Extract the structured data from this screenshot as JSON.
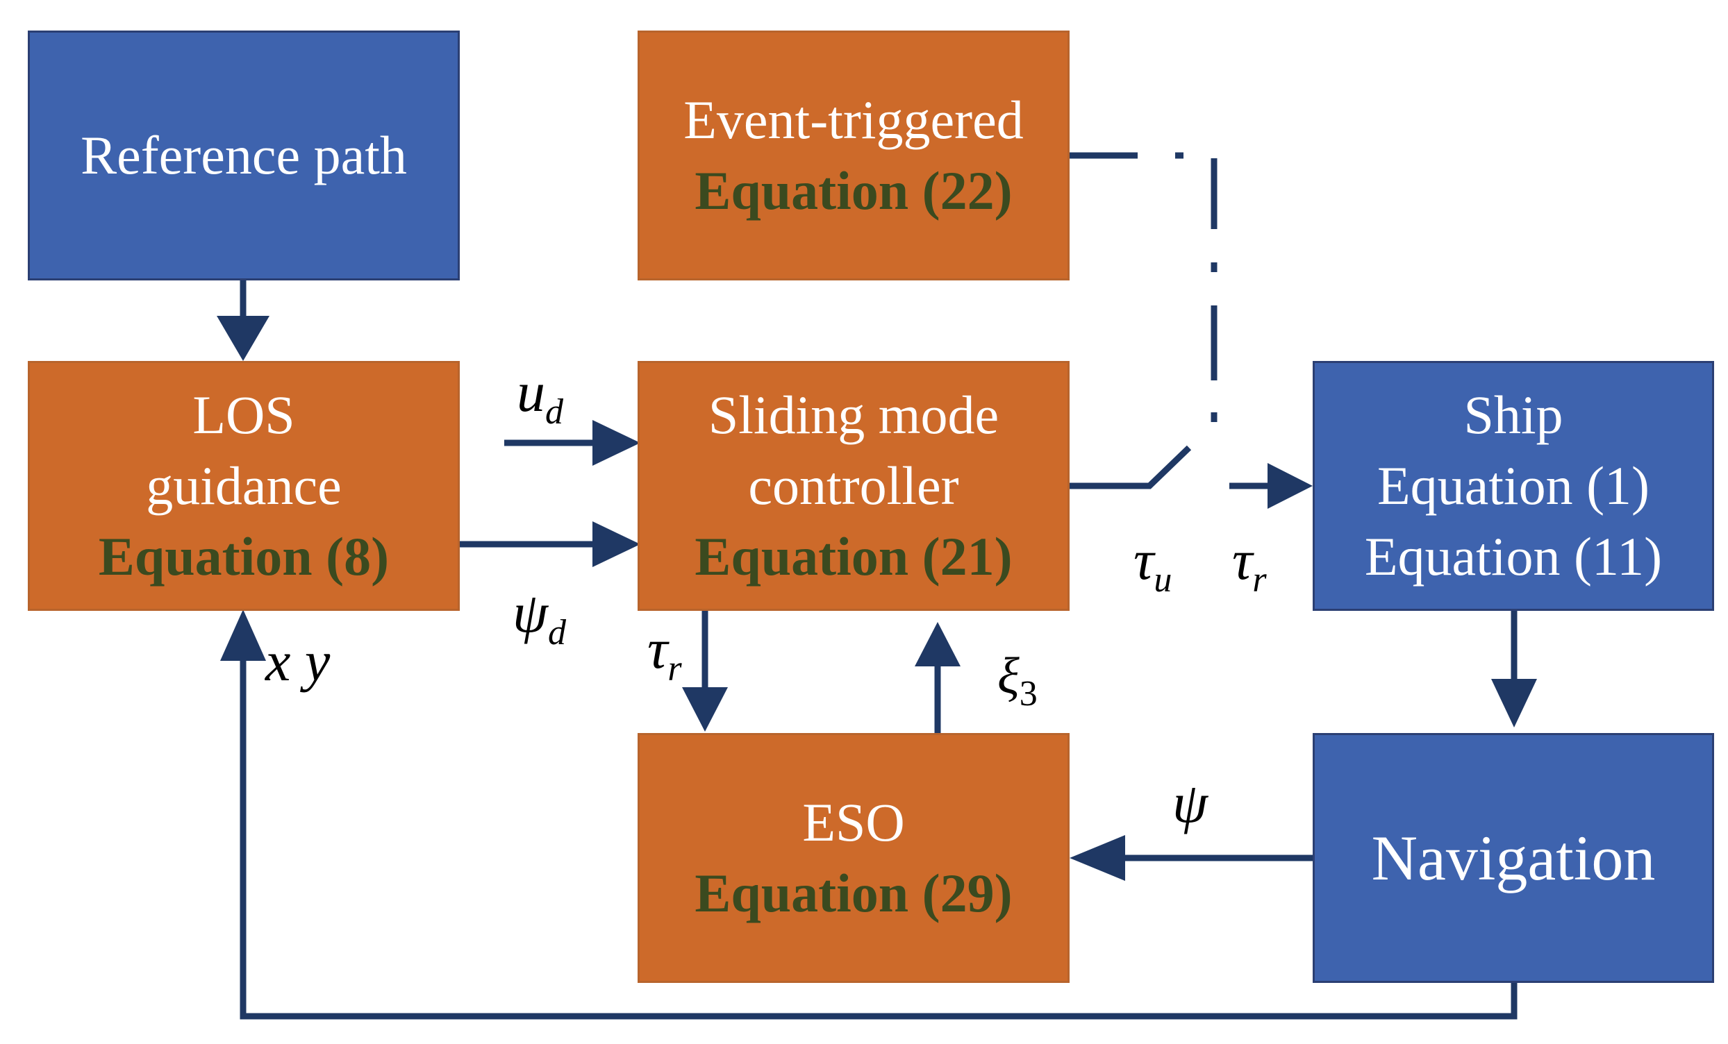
{
  "blocks": {
    "reference_path": {
      "line1": "Reference path"
    },
    "los": {
      "line1": "LOS",
      "line2": "guidance",
      "equation": "Equation (8)"
    },
    "event": {
      "line1": "Event-triggered",
      "equation": "Equation (22)"
    },
    "smc": {
      "line1": "Sliding mode",
      "line2": "controller",
      "equation": "Equation (21)"
    },
    "ship": {
      "line1": "Ship",
      "line2": "Equation (1)",
      "line3": "Equation (11)"
    },
    "navigation": {
      "line1": "Navigation"
    },
    "eso": {
      "line1": "ESO",
      "equation": "Equation (29)"
    }
  },
  "signals": {
    "ud": {
      "base": "u",
      "sub": "d"
    },
    "psid": {
      "base": "ψ",
      "sub": "d"
    },
    "xy": {
      "text": "x y"
    },
    "tau_u": {
      "base": "τ",
      "sub": "u"
    },
    "tau_r_out": {
      "base": "τ",
      "sub": "r"
    },
    "tau_r_eso": {
      "base": "τ",
      "sub": "r"
    },
    "xi3": {
      "base": "ξ",
      "sub": "3"
    },
    "psi": {
      "text": "ψ"
    }
  },
  "colors": {
    "blue_block": "#3e63ae",
    "orange_block": "#cd6a2a",
    "equation_text": "#3b4a1f",
    "arrow": "#1f3864"
  }
}
